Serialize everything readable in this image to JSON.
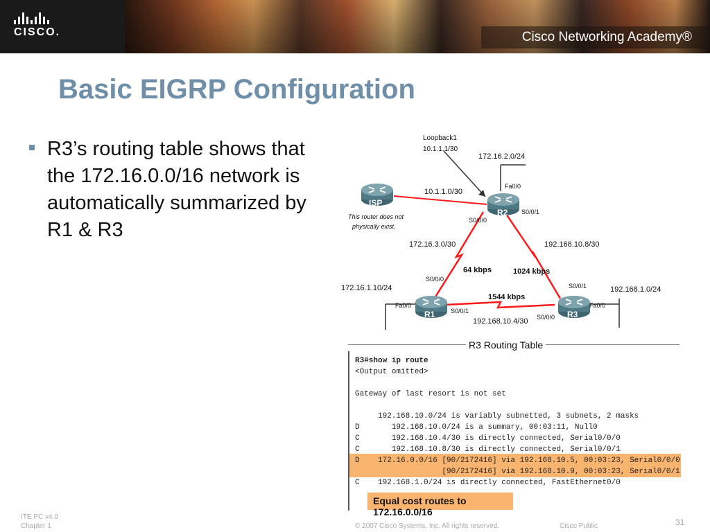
{
  "header": {
    "logo_text": "CISCO.",
    "academy_text": "Cisco Networking Academy®"
  },
  "slide": {
    "title": "Basic EIGRP Configuration",
    "bullet": "R3’s routing table shows that the 172.16.0.0/16 network is automatically summarized by R1 & R3"
  },
  "diagram": {
    "loopback_label": "Loopback1",
    "loopback_ip": "10.1.1.1/30",
    "r2_lan": "172.16.2.0/24",
    "isp_link": "10.1.1.0/30",
    "r2_fa00": "Fa0/0",
    "r2_s001": "S0/0/1",
    "r2_s000": "S0/0/0",
    "isp_name": "ISP",
    "isp_note_1": "This router does not",
    "isp_note_2": "physically exist.",
    "r2_name": "R2",
    "link_r1_r2": "172.16.3.0/30",
    "link_r2_r3": "192.168.10.8/30",
    "bw_r1_r2": "64 kbps",
    "bw_r2_r3": "1024 kbps",
    "r1_s000": "S0/0/0",
    "r3_s001": "S0/0/1",
    "r1_lan": "172.16.1.10/24",
    "r3_lan": "192.168.1.0/24",
    "bw_r1_r3": "1544 kbps",
    "r1_fa00": "Fa0/0",
    "r1_s001": "S0/0/1",
    "r1_name": "R1",
    "r3_name": "R3",
    "r3_fa00": "Fa0/0",
    "r3_s000": "S0/0/0",
    "link_r1_r3": "192.168.10.4/30"
  },
  "routing_table": {
    "title": "R3 Routing Table",
    "lines": [
      "R3#show ip route",
      "<Output omitted>",
      "",
      "Gateway of last resort is not set",
      "",
      "     192.168.10.0/24 is variably subnetted, 3 subnets, 2 masks",
      "D       192.168.10.0/24 is a summary, 00:03:11, Null0",
      "C       192.168.10.4/30 is directly connected, Serial0/0/0",
      "C       192.168.10.8/30 is directly connected, Serial0/0/1",
      "D    172.16.0.0/16 [90/2172416] via 192.168.10.5, 00:03:23, Serial0/0/0",
      "                   [90/2172416] via 192.168.10.9, 00:03:23, Serial0/0/1",
      "C    192.168.1.0/24 is directly connected, FastEthernet0/0"
    ],
    "note": "Equal cost routes to 172.16.0.0/16",
    "highlight_color": "#f9b56f"
  },
  "footer": {
    "line1": "ITE PC v4.0",
    "line2": "Chapter 1",
    "copyright": "© 2007 Cisco Systems, Inc. All rights reserved.",
    "classification": "Cisco Public",
    "page_number": "31"
  },
  "colors": {
    "title": "#6f8ea8",
    "router": "#5f8792",
    "serial_link": "#ff1a1a"
  }
}
